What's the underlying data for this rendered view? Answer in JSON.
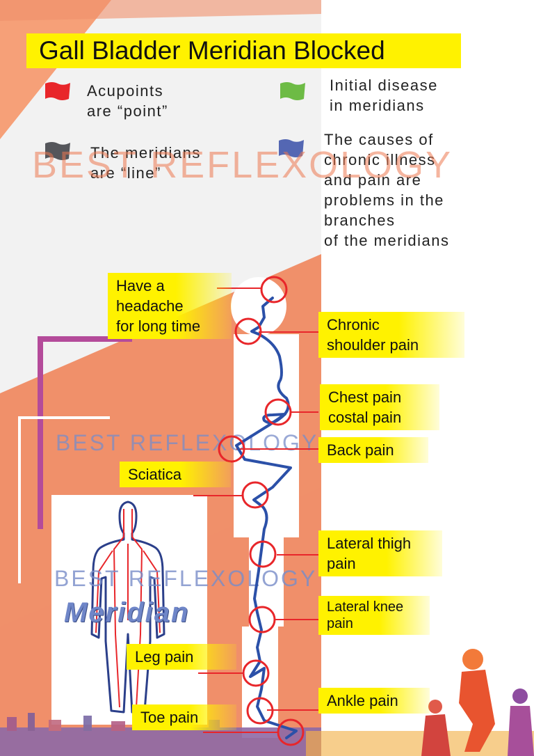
{
  "title": "Gall Bladder  Meridian Blocked",
  "legend": [
    {
      "flag_color": "#e8262a",
      "lines": [
        "Acupoints",
        "are “point”"
      ]
    },
    {
      "flag_color": "#6dbb45",
      "lines": [
        "Initial disease",
        "in meridians"
      ]
    },
    {
      "flag_color": "#55565b",
      "lines": [
        "The meridians",
        "are  “line”"
      ]
    },
    {
      "flag_color": "#5467b3",
      "lines": [
        "The causes of",
        "chronic illness",
        "and pain are",
        "problems in the",
        "branches",
        "of the meridians"
      ]
    }
  ],
  "watermark": "BEST REFLEXOLOGY",
  "figure_word": "Meridian",
  "labels": {
    "headache": [
      "Have a",
      "headache",
      "for long time"
    ],
    "shoulder": [
      "Chronic",
      "shoulder pain"
    ],
    "chest": [
      "Chest pain",
      "costal pain"
    ],
    "back": [
      "Back pain"
    ],
    "sciatica": [
      "Sciatica"
    ],
    "thigh": [
      "Lateral thigh",
      "pain"
    ],
    "knee": [
      "Lateral knee",
      "pain"
    ],
    "leg": [
      "Leg pain"
    ],
    "ankle": [
      "Ankle pain"
    ],
    "toe": [
      "Toe pain"
    ]
  },
  "colors": {
    "background_orange": "#f0906a",
    "label_yellow": "#fff200",
    "point_circle": "#e8262a",
    "meridian_line": "#2b50a8",
    "bracket_magenta": "#b44b9a"
  }
}
